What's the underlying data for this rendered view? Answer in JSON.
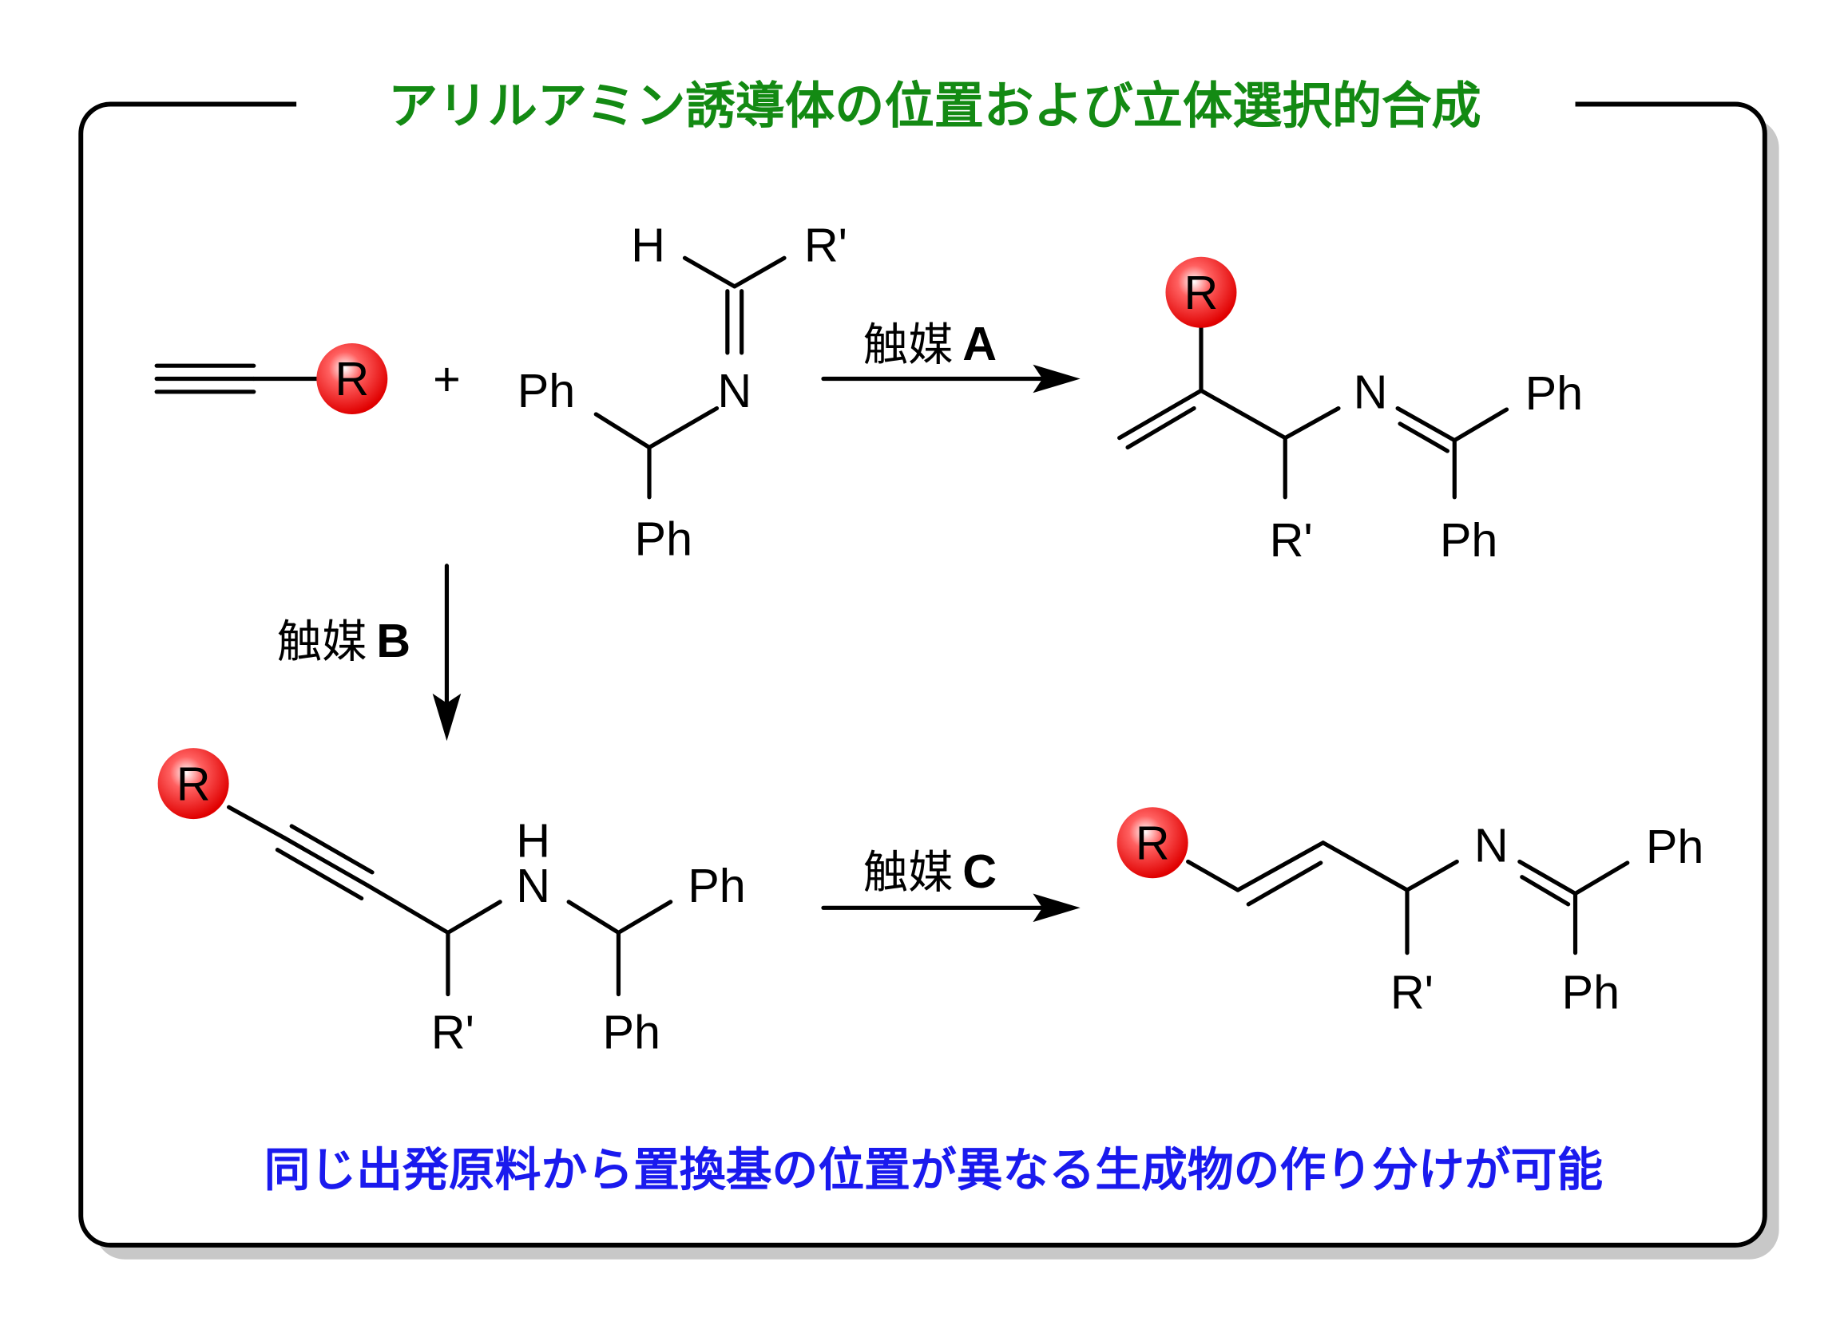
{
  "title": "アリルアミン誘導体の位置および立体選択的合成",
  "footer": "同じ出発原料から置換基の位置が異なる生成物の作り分けが可能",
  "colors": {
    "title": "#138a13",
    "footer": "#1a1aee",
    "substituent": "#ee0000"
  },
  "reactants": {
    "alkyne_substituent": "R",
    "plus": "+",
    "imine": {
      "h": "H",
      "r_prime": "R'",
      "n": "N",
      "ph1": "Ph",
      "ph2": "Ph"
    }
  },
  "reactions": {
    "a": {
      "catalyst": "触媒",
      "letter": "A"
    },
    "b": {
      "catalyst": "触媒",
      "letter": "B"
    },
    "c": {
      "catalyst": "触媒",
      "letter": "C"
    }
  },
  "product_a": {
    "r": "R",
    "n": "N",
    "ph1": "Ph",
    "ph2": "Ph",
    "r_prime": "R'"
  },
  "product_b": {
    "r": "R",
    "h": "H",
    "n": "N",
    "ph1": "Ph",
    "ph2": "Ph",
    "r_prime": "R'"
  },
  "product_c": {
    "r": "R",
    "n": "N",
    "ph1": "Ph",
    "ph2": "Ph",
    "r_prime": "R'"
  }
}
